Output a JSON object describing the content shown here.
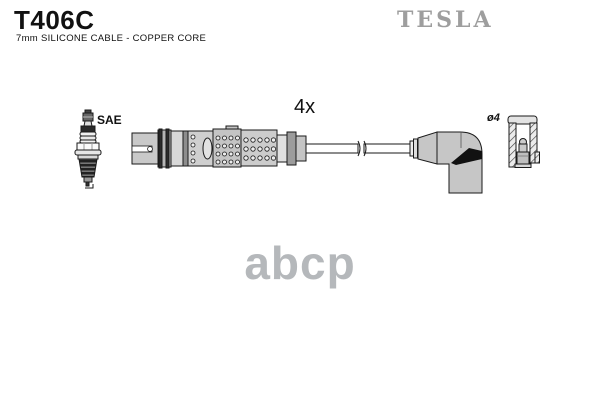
{
  "header": {
    "part_number": "T406C",
    "subtitle": "7mm SILICONE CABLE - COPPER CORE",
    "brand": "TESLA"
  },
  "diagram": {
    "sae_label": "SAE",
    "quantity_label": "4x",
    "diameter_label": "ø4",
    "icons": [
      "spark-plug-icon",
      "straight-connector-icon",
      "cable-icon",
      "cable-break-icon",
      "angled-boot-icon",
      "terminal-cross-section-icon"
    ]
  },
  "watermark": {
    "text": "abcp",
    "color": "#b5b8bb"
  },
  "colors": {
    "background": "#ffffff",
    "text": "#111111",
    "brand_gray": "#9e9e9e",
    "outline": "#1a1a1a",
    "fill_light_gray": "#c9c9c9",
    "fill_dark": "#222222"
  }
}
